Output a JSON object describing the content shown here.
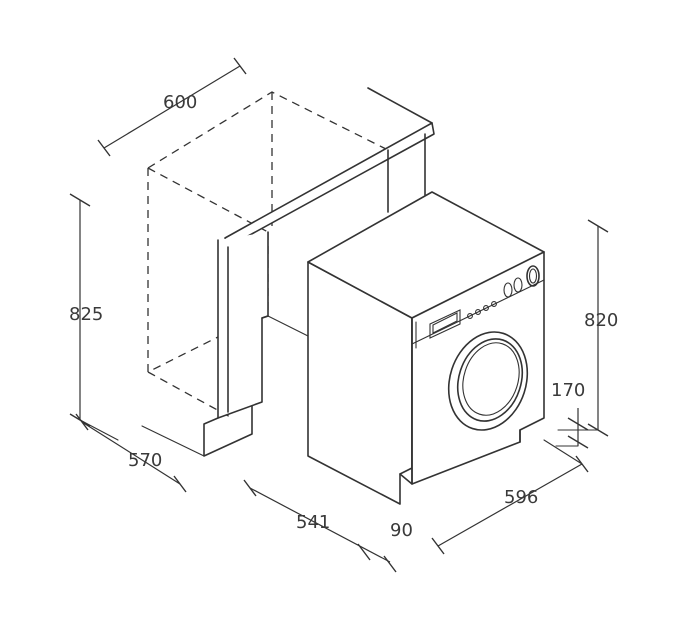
{
  "dimensions": {
    "width_top": "600",
    "height_left": "825",
    "depth_left": "570",
    "height_right": "820",
    "plinth": "170",
    "depth_machine": "541",
    "gap": "90",
    "width_machine": "596"
  }
}
